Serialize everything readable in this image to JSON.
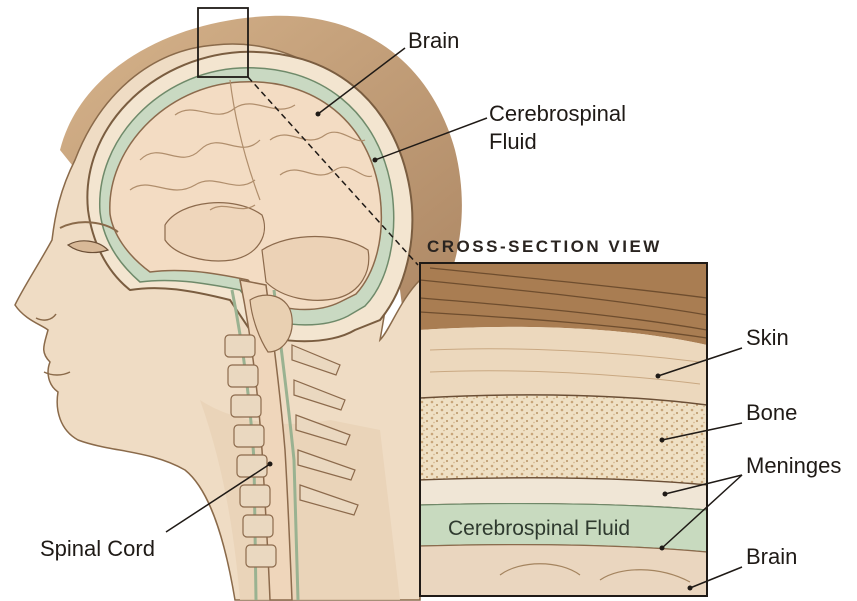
{
  "labels": {
    "brain": "Brain",
    "csf_line1": "Cerebrospinal",
    "csf_line2": "Fluid",
    "spinal_cord": "Spinal Cord",
    "cross_section_title": "CROSS-SECTION VIEW",
    "skin": "Skin",
    "bone": "Bone",
    "meninges": "Meninges",
    "csf_layer": "Cerebrospinal Fluid",
    "brain_layer": "Brain"
  },
  "colors": {
    "skin": "#eedfca",
    "hair": "#b88e60",
    "brain": "#f1ddc6",
    "csf": "#cfdcc5",
    "bone": "#efe3cf",
    "line": "#1f1a16"
  }
}
